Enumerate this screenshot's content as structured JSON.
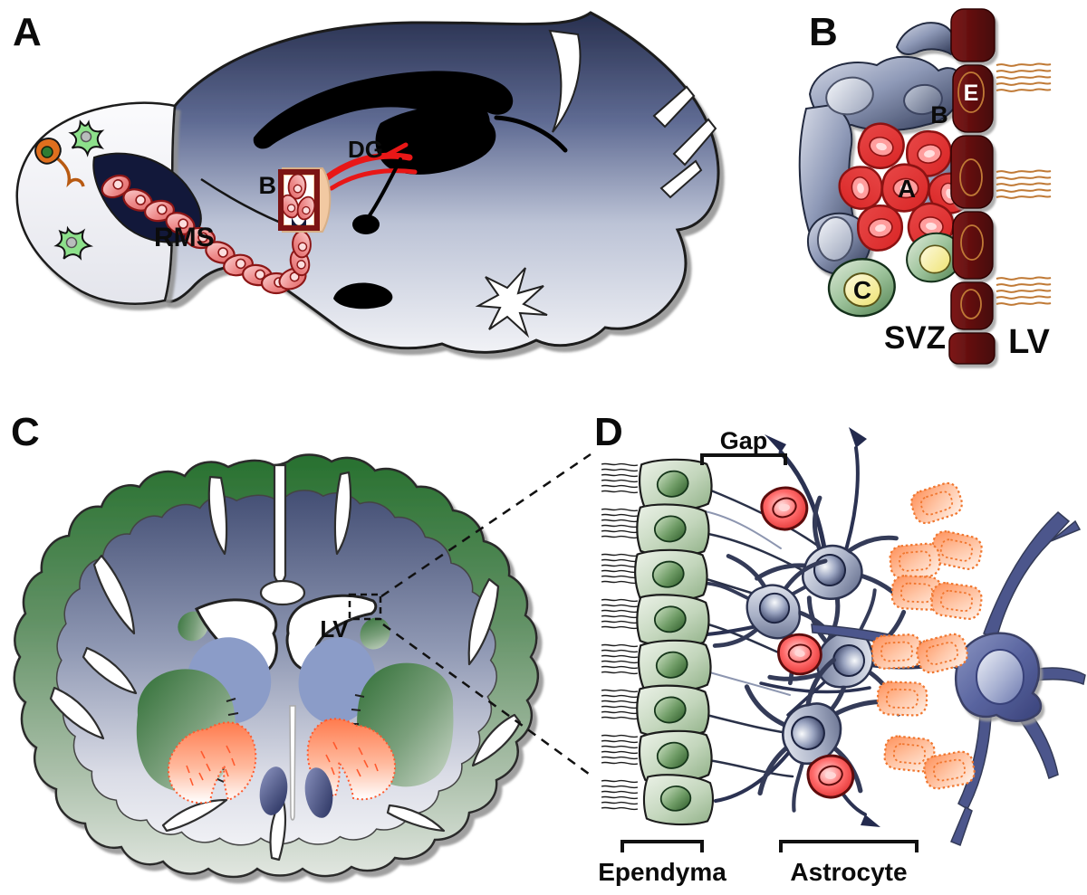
{
  "panels": {
    "a": {
      "letter": "A",
      "labels": {
        "rms": "RMS",
        "inset_box": "B",
        "dentate_gyrus": "DG"
      }
    },
    "b": {
      "letter": "B",
      "labels": {
        "ependymal_cell": "E",
        "b_cell": "B",
        "a_cell": "A",
        "c_cell": "C",
        "region": "SVZ",
        "ventricle": "LV"
      }
    },
    "c": {
      "letter": "C",
      "labels": {
        "ventricle": "LV"
      }
    },
    "d": {
      "letter": "D",
      "labels": {
        "gap": "Gap",
        "ependyma": "Ependyma",
        "astrocyte": "Astrocyte"
      }
    }
  },
  "colors": {
    "background": "#ffffff",
    "brain_navy": "#28304f",
    "rms_pink": "#ee8b8b",
    "inset_box_red": "#7c1414",
    "dentate_red": "#e81717",
    "ependyma_maroon": "#5a0d0d",
    "cilia_orange": "#c07a36",
    "b_cell_slate": "#2c3552",
    "a_cell_red": "#d92525",
    "c_cell_green": "#9cc29a",
    "c_cell_nucleus_yellow": "#efe372",
    "cortex_green": "#27702f",
    "striatum_blue": "#8b9cc8",
    "pallidum_orange": "#ff5a2e",
    "ependyma_d_green": "#c3d6bc",
    "astrocyte_slate": "#343b58",
    "neuroblast_red": "#d41c1c",
    "myelin_orange": "#f0762e",
    "neuron_blue": "#5a65a0"
  }
}
